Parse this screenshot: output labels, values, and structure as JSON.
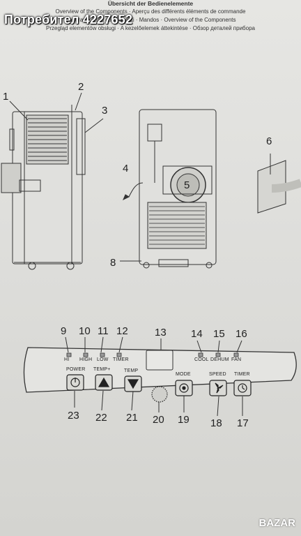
{
  "overlay_title": "Потребител 4227652",
  "header": {
    "line1": "Übersicht der Bedienelemente",
    "line2": "Overview of the Components · Aperçu des différents éléments de commande",
    "line3": "Panoramica dei componenti · Mandos · Overview of the Components",
    "line4": "Przegląd elementów obsługi · A kezelőelemek áttekintése · Обзор деталей прибора"
  },
  "callouts": {
    "c1": "1",
    "c2": "2",
    "c3": "3",
    "c4": "4",
    "c5": "5",
    "c6": "6",
    "c7_8": "8",
    "c9": "9",
    "c10": "10",
    "c11": "11",
    "c12": "12",
    "c13": "13",
    "c14": "14",
    "c15": "15",
    "c16": "16",
    "c17": "17",
    "c18": "18",
    "c19": "19",
    "c20": "20",
    "c21": "21",
    "c22": "22",
    "c23": "23"
  },
  "panel": {
    "led_hi": "HI",
    "led_high": "HIGH",
    "led_low": "LOW",
    "led_timer": "TIMER",
    "led_cool": "COOL",
    "led_dehum": "DEHUM",
    "led_fan": "FAN",
    "btn_power": "POWER",
    "btn_tempplus": "TEMP+",
    "btn_temp": "TEMP",
    "btn_mode": "MODE",
    "btn_speed": "SPEED",
    "btn_timer": "TIMER"
  },
  "watermark": "BAZAR"
}
